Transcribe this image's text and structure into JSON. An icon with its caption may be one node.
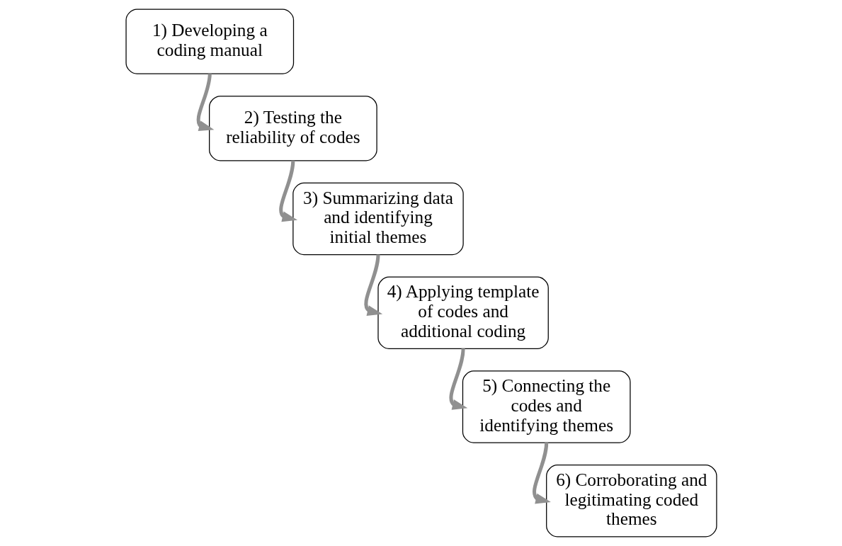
{
  "diagram": {
    "nodes": [
      {
        "text": [
          "1) Developing a coding manual"
        ]
      },
      {
        "text": [
          "2) Testing the reliability of codes"
        ]
      },
      {
        "text": [
          "3) Summarizing data and identifying initial themes"
        ]
      },
      {
        "text": [
          "4) Applying template of codes and additional coding"
        ]
      },
      {
        "text": [
          "5) Connecting the codes and identifying themes"
        ]
      },
      {
        "text": [
          "6) Corroborating and legitimating coded themes"
        ]
      }
    ],
    "edges": [
      {
        "from": 0,
        "to": 1,
        "arrow": "to"
      },
      {
        "from": 1,
        "to": 2,
        "arrow": "to"
      },
      {
        "from": 2,
        "to": 3,
        "arrow": "to"
      },
      {
        "from": 3,
        "to": 4,
        "arrow": "to"
      },
      {
        "from": 4,
        "to": 5,
        "arrow": "to"
      }
    ]
  }
}
